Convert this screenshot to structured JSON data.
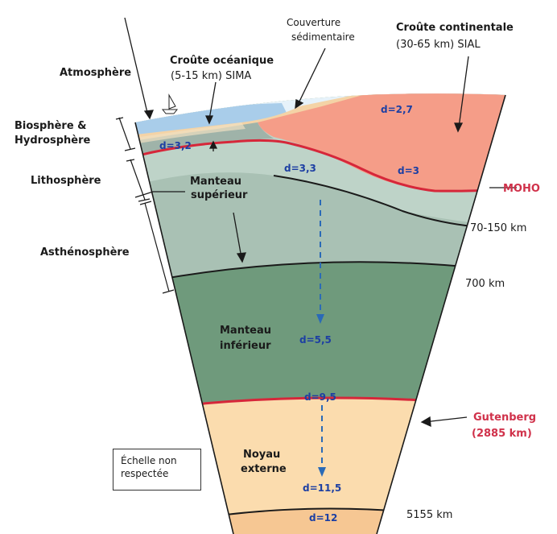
{
  "labels": {
    "atmosphere": "Atmosphère",
    "biosphere_line1": "Biosphère &",
    "biosphere_line2": "Hydrosphère",
    "lithosphere": "Lithosphère",
    "asthenosphere": "Asthénosphère",
    "croute_oceanique_line1": "Croûte océanique",
    "croute_oceanique_line2": "(5-15 km) SIMA",
    "couverture_line1": "Couverture",
    "couverture_line2": "sédimentaire",
    "croute_continentale_line1": "Croûte continentale",
    "croute_continentale_line2": "(30-65 km) SIAL",
    "manteau_sup_line1": "Manteau",
    "manteau_sup_line2": "supérieur",
    "manteau_inf_line1": "Manteau",
    "manteau_inf_line2": "inférieur",
    "noyau_line1": "Noyau",
    "noyau_line2": "externe",
    "moho": "MOHO",
    "gutenberg_line1": "Gutenberg",
    "gutenberg_line2": "(2885 km)",
    "depth_70_150": "70-150 km",
    "depth_700": "700 km",
    "depth_5155": "5155 km"
  },
  "densities": {
    "oceanic": "d=3,2",
    "continental_top": "d=2,7",
    "continental_root": "d=3",
    "upper_mantle": "d=3,3",
    "lower_mantle": "d=5,5",
    "lower_mantle_base": "d=9,5",
    "outer_core": "d=11,5",
    "inner_core": "d=12"
  },
  "scale_note": {
    "line1": "Échelle non",
    "line2": "respectée"
  },
  "colors": {
    "atmosphere_blue": "#cfe6f5",
    "ocean_blue": "#a9cdea",
    "sediment": "#f4d3a6",
    "continental_crust": "#f59d88",
    "oceanic_crust": "#9fb3a9",
    "upper_mantle": "#b8cfc4",
    "asthenosphere": "#a9c1b4",
    "lower_mantle": "#6f9a7c",
    "outer_core": "#fbdcae",
    "inner_core": "#f6c793",
    "moho_red": "#d6273a",
    "density_blue": "#1d3fa3"
  }
}
